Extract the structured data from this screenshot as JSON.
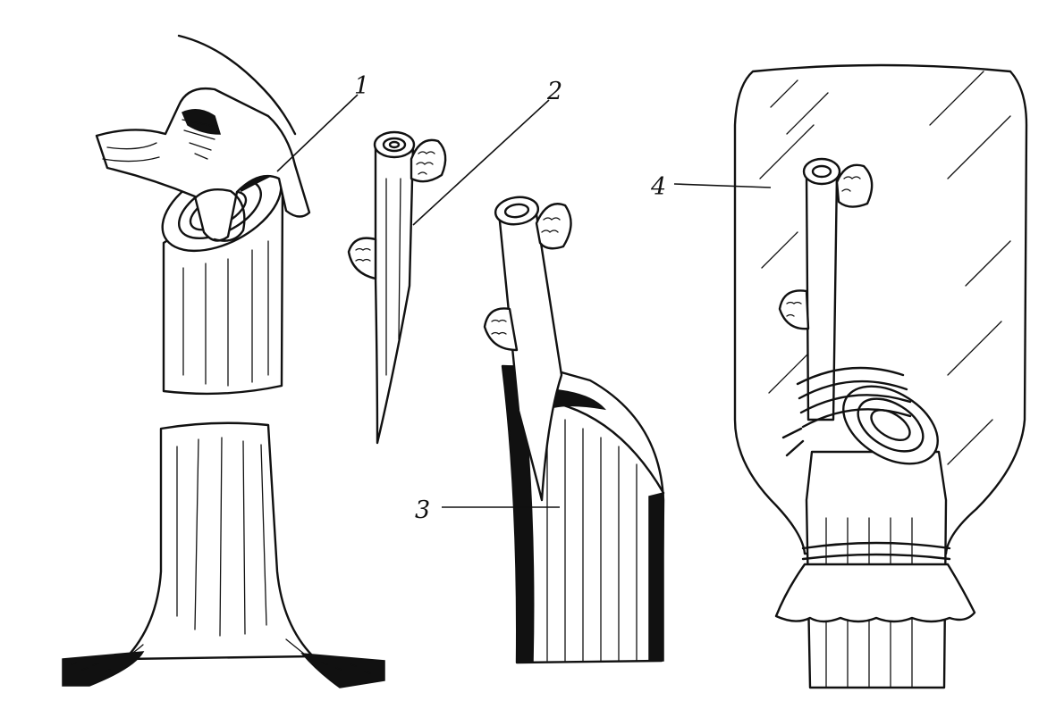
{
  "callouts": [
    {
      "id": "1",
      "text": "1"
    },
    {
      "id": "2",
      "text": "2"
    },
    {
      "id": "3",
      "text": "3"
    },
    {
      "id": "4",
      "text": "4"
    }
  ],
  "palette": {
    "ink": "#111111",
    "paper": "#ffffff"
  }
}
